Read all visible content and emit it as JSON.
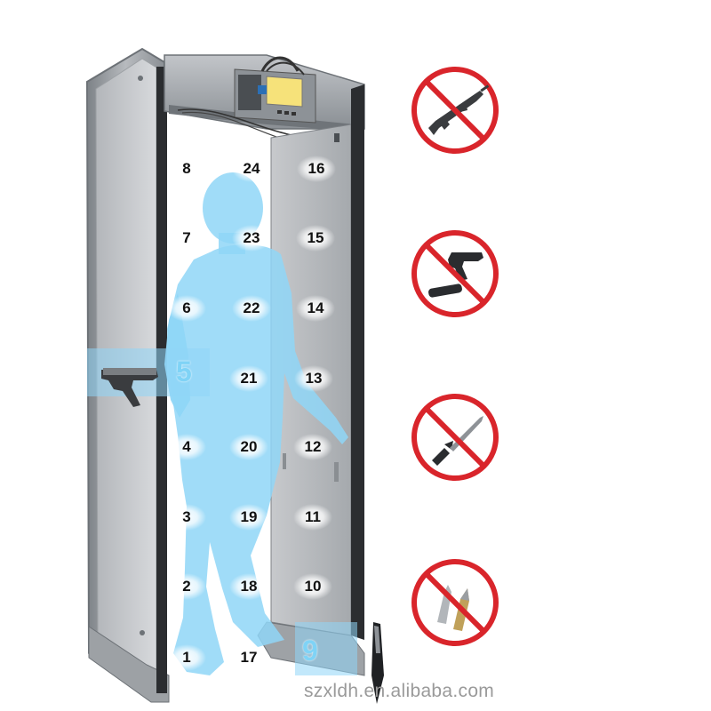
{
  "zones": {
    "left": [
      "8",
      "7",
      "6",
      "4",
      "3",
      "2",
      "1"
    ],
    "middle": [
      "24",
      "23",
      "22",
      "21",
      "20",
      "19",
      "18",
      "17"
    ],
    "right": [
      "16",
      "15",
      "14",
      "13",
      "12",
      "11",
      "10"
    ]
  },
  "highlighted_zones": {
    "gun": "5",
    "knife": "9"
  },
  "prohibited_items": [
    "rifle",
    "pistol-with-silencer",
    "knife",
    "bullets"
  ],
  "watermark": "szxldh.en.alibaba.com",
  "colors": {
    "frame": "#8f9499",
    "panel": "#c9cbcf",
    "silhouette": "#8fd6f7",
    "highlight": "#7fd3f6",
    "prohibited_red": "#d9252b"
  }
}
